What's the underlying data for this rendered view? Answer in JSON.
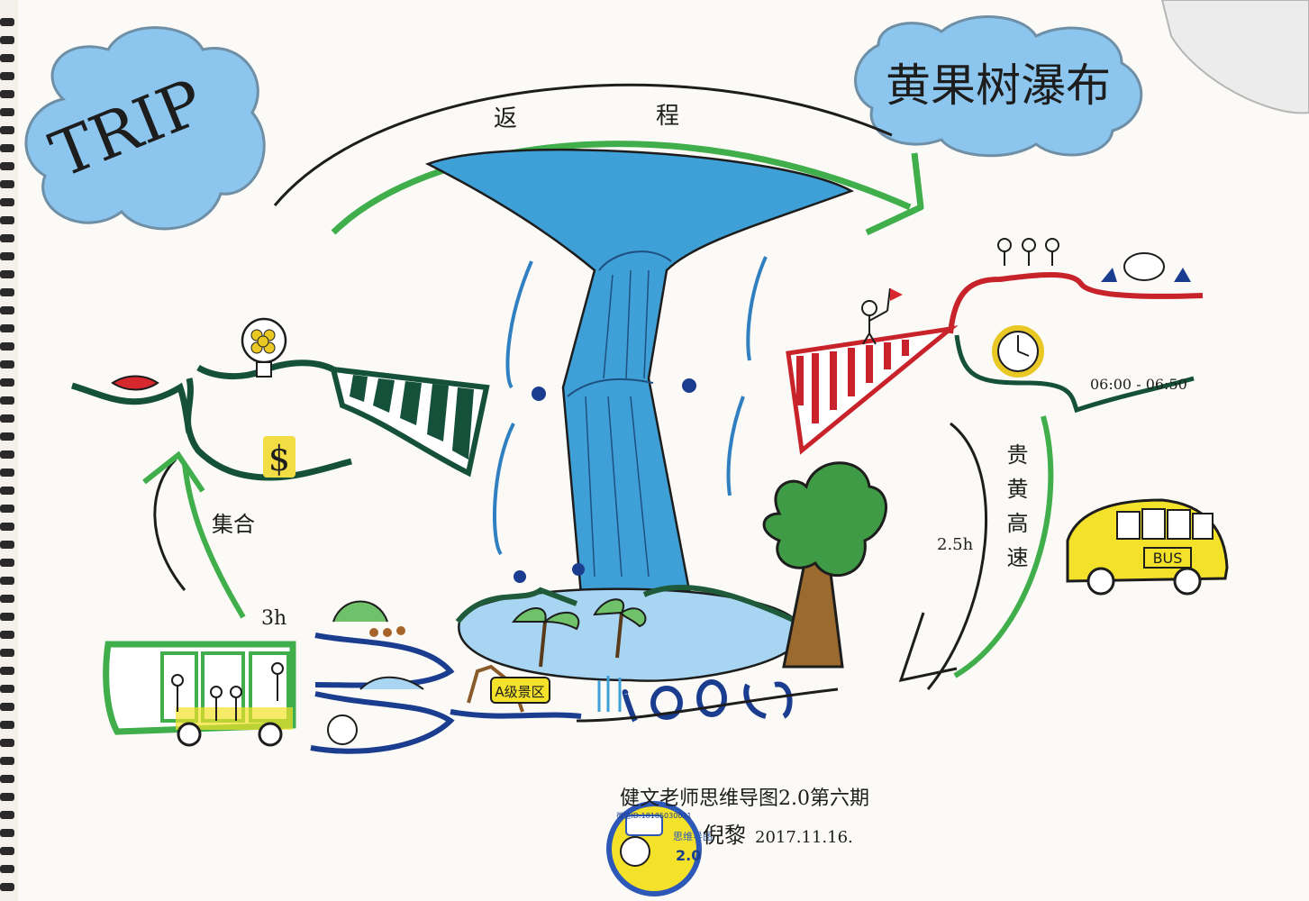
{
  "title": "TRIP",
  "destination": "黄果树瀑布",
  "return_label_left": "返",
  "return_label_right": "程",
  "gather_label": "集合",
  "duration_bus": "3h",
  "duration_highway": "2.5h",
  "highway_label": "贵黄高速",
  "time_range": "06:00 - 06:50",
  "bus_label": "BUS",
  "scenic_sign": "A级景区",
  "dollar_sign": "$",
  "author_line": "健文老师思维导图2.0第六期",
  "author_name": "倪黎",
  "date": "2017.11.16.",
  "badge": {
    "name": "思维导图",
    "version": "2.0",
    "id_text": "微信ID:18185030031"
  },
  "colors": {
    "cloud": "#8cc6ee",
    "water": "#3ea0d6",
    "arrow_green": "#3fae4b",
    "red": "#c8222a",
    "dark_green": "#14503a",
    "navy": "#1a3d8f",
    "bus_yellow": "#f3e12a",
    "tree_green": "#3f9b45",
    "trunk": "#9a6a2e"
  }
}
